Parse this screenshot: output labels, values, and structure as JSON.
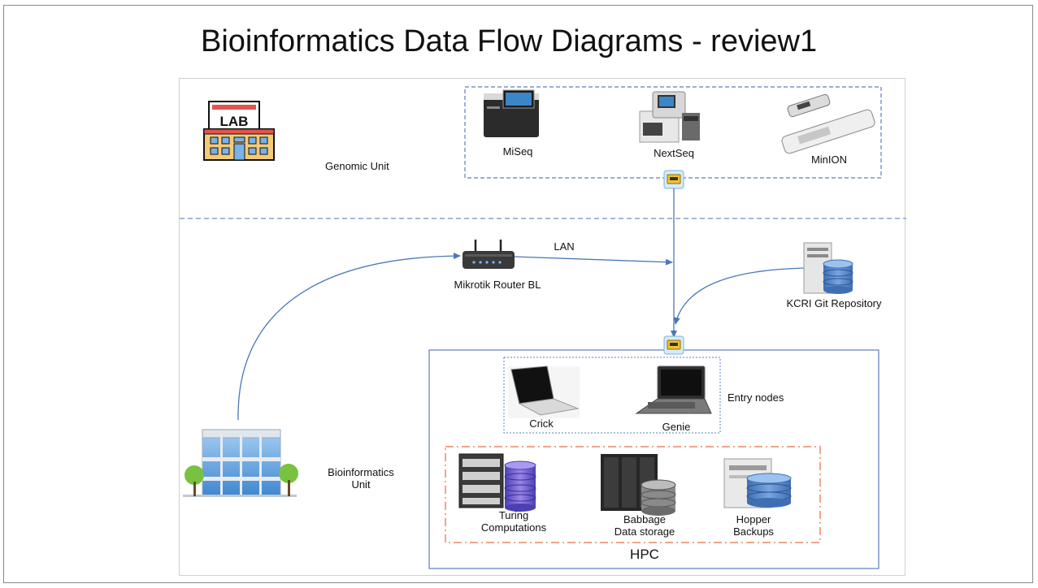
{
  "title": "Bioinformatics Data Flow Diagrams - review1",
  "genomic_unit": {
    "label": "Genomic Unit",
    "lab_sign": "LAB",
    "sequencers": [
      {
        "id": "miseq",
        "label": "MiSeq"
      },
      {
        "id": "nextseq",
        "label": "NextSeq"
      },
      {
        "id": "minion",
        "label": "MinION"
      }
    ]
  },
  "network": {
    "router_label": "Mikrotik Router BL",
    "lan_label": "LAN",
    "git_label": "KCRI Git Repository"
  },
  "bioinformatics_unit": {
    "label_line1": "Bioinformatics",
    "label_line2": "Unit"
  },
  "hpc": {
    "label": "HPC",
    "entry_nodes_label": "Entry nodes",
    "entry_nodes": [
      {
        "id": "crick",
        "label": "Crick"
      },
      {
        "id": "genie",
        "label": "Genie"
      }
    ],
    "servers": [
      {
        "id": "turing",
        "line1": "Turing",
        "line2": "Computations"
      },
      {
        "id": "babbage",
        "line1": "Babbage",
        "line2": "Data storage"
      },
      {
        "id": "hopper",
        "line1": "Hopper",
        "line2": "Backups"
      }
    ]
  },
  "colors": {
    "connector": "#4a78b8",
    "group_border": "#5b7fbf",
    "cluster_border": "#f0a58e",
    "divider": "#6f8fc4"
  }
}
